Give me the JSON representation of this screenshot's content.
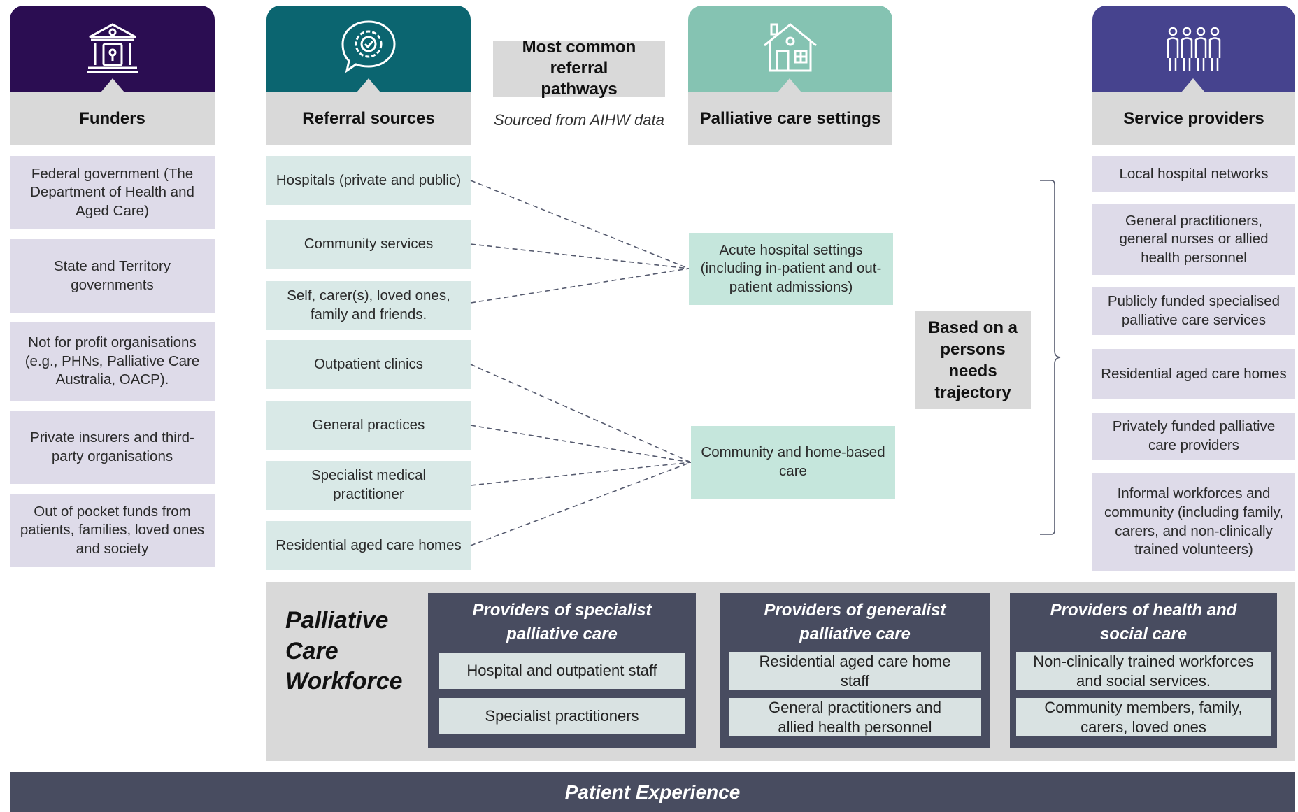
{
  "colors": {
    "funders_header": "#2b0d52",
    "referral_header": "#0b6570",
    "settings_header": "#85c3b2",
    "providers_header": "#46438e",
    "label_grey": "#d9d9d9",
    "funder_box": "#dedbe9",
    "referral_box": "#d9e9e7",
    "setting_box": "#c5e6dc",
    "workforce_dark": "#484c60"
  },
  "columns": {
    "funders": {
      "title": "Funders",
      "icon": "government-building-icon"
    },
    "referral": {
      "title": "Referral sources",
      "icon": "gear-chat-icon"
    },
    "settings": {
      "title": "Palliative care settings",
      "icon": "house-icon"
    },
    "providers": {
      "title": "Service providers",
      "icon": "people-group-icon"
    }
  },
  "pathways_note": {
    "title": "Most common referral pathways",
    "source": "Sourced from AIHW data"
  },
  "funders": [
    "Federal government (The Department of Health and Aged Care)",
    "State and Territory governments",
    "Not for profit organisations (e.g., PHNs, Palliative Care Australia, OACP).",
    "Private insurers and third-party organisations",
    "Out of pocket funds from patients, families, loved ones and society"
  ],
  "referral_sources": [
    "Hospitals (private and public)",
    "Community services",
    "Self, carer(s), loved ones, family and friends.",
    "Outpatient clinics",
    "General practices",
    "Specialist medical practitioner",
    "Residential aged care homes"
  ],
  "settings": [
    "Acute hospital settings (including in-patient and out-patient admissions)",
    "Community and home-based care"
  ],
  "trajectory_note": "Based on a persons needs trajectory",
  "service_providers": [
    "Local hospital networks",
    "General practitioners, general nurses or allied health personnel",
    "Publicly funded specialised palliative care services",
    "Residential aged care homes",
    "Privately funded palliative care providers",
    "Informal workforces and community (including family, carers, and non-clinically trained volunteers)"
  ],
  "workforce": {
    "title_line1": "Palliative",
    "title_line2": "Care",
    "title_line3": "Workforce",
    "groups": [
      {
        "title": "Providers of specialist palliative care",
        "items": [
          "Hospital and outpatient staff",
          "Specialist practitioners"
        ]
      },
      {
        "title": "Providers of generalist palliative care",
        "items": [
          "Residential aged care home staff",
          "General practitioners and allied health personnel"
        ]
      },
      {
        "title": "Providers of health and social care",
        "items": [
          "Non-clinically trained workforces and social services.",
          "Community members, family, carers, loved ones"
        ]
      }
    ]
  },
  "footer": "Patient Experience"
}
